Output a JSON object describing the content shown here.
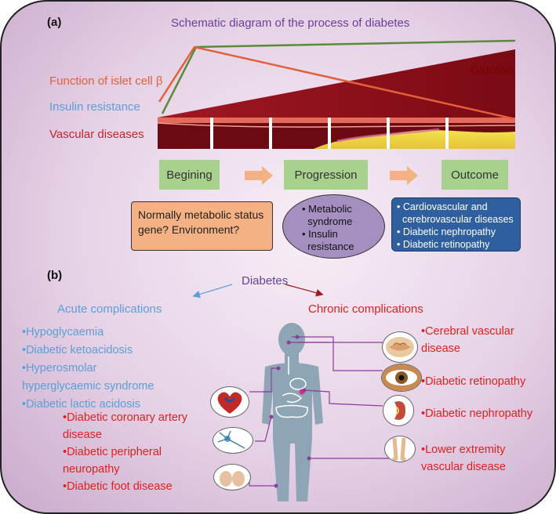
{
  "panel_a": {
    "label": "(a)",
    "title": "Schematic diagram of the process of diabetes",
    "curve_labels": {
      "islet": "Function of islet cell β",
      "insulin": "Insulin resistance",
      "vascular": "Vascular diseases",
      "glucose": "Glucose"
    },
    "stages": [
      "Begining",
      "Progression",
      "Outcome"
    ],
    "beginning_box": [
      "Normally metabolic status",
      "gene? Environment?"
    ],
    "progression_items": [
      "• Metabolic",
      "  syndrome",
      "• Insulin",
      "  resistance"
    ],
    "outcome_items": [
      "• Cardiovascular and",
      "  cerebrovascular diseases",
      "• Diabetic nephropathy",
      "• Diabetic retinopathy"
    ]
  },
  "panel_b": {
    "label": "(b)",
    "center": "Diabetes",
    "acute_title": "Acute complications",
    "acute_items": [
      "•Hypoglycaemia",
      "•Diabetic ketoacidosis",
      "•Hyperosmolar",
      "hyperglycaemic syndrome",
      "•Diabetic lactic acidosis"
    ],
    "chronic_title": "Chronic complications",
    "chronic_left": [
      "•Diabetic coronary artery",
      "disease",
      "•Diabetic peripheral",
      "neuropathy",
      "•Diabetic foot disease"
    ],
    "chronic_right": {
      "cerebral": [
        "•Cerebral vascular",
        "disease"
      ],
      "retinopathy": [
        "•Diabetic retinopathy"
      ],
      "nephropathy": [
        "•Diabetic nephropathy"
      ],
      "lower": [
        "•Lower extremity",
        "vascular disease"
      ]
    }
  },
  "colors": {
    "title": "#6a3f9c",
    "islet": "#e2603a",
    "insulin": "#5b9fd6",
    "vascular": "#c1272d",
    "stage_box": "#a9d18e",
    "outcome_box": "#2f5f9e",
    "chronic": "#e02020"
  }
}
